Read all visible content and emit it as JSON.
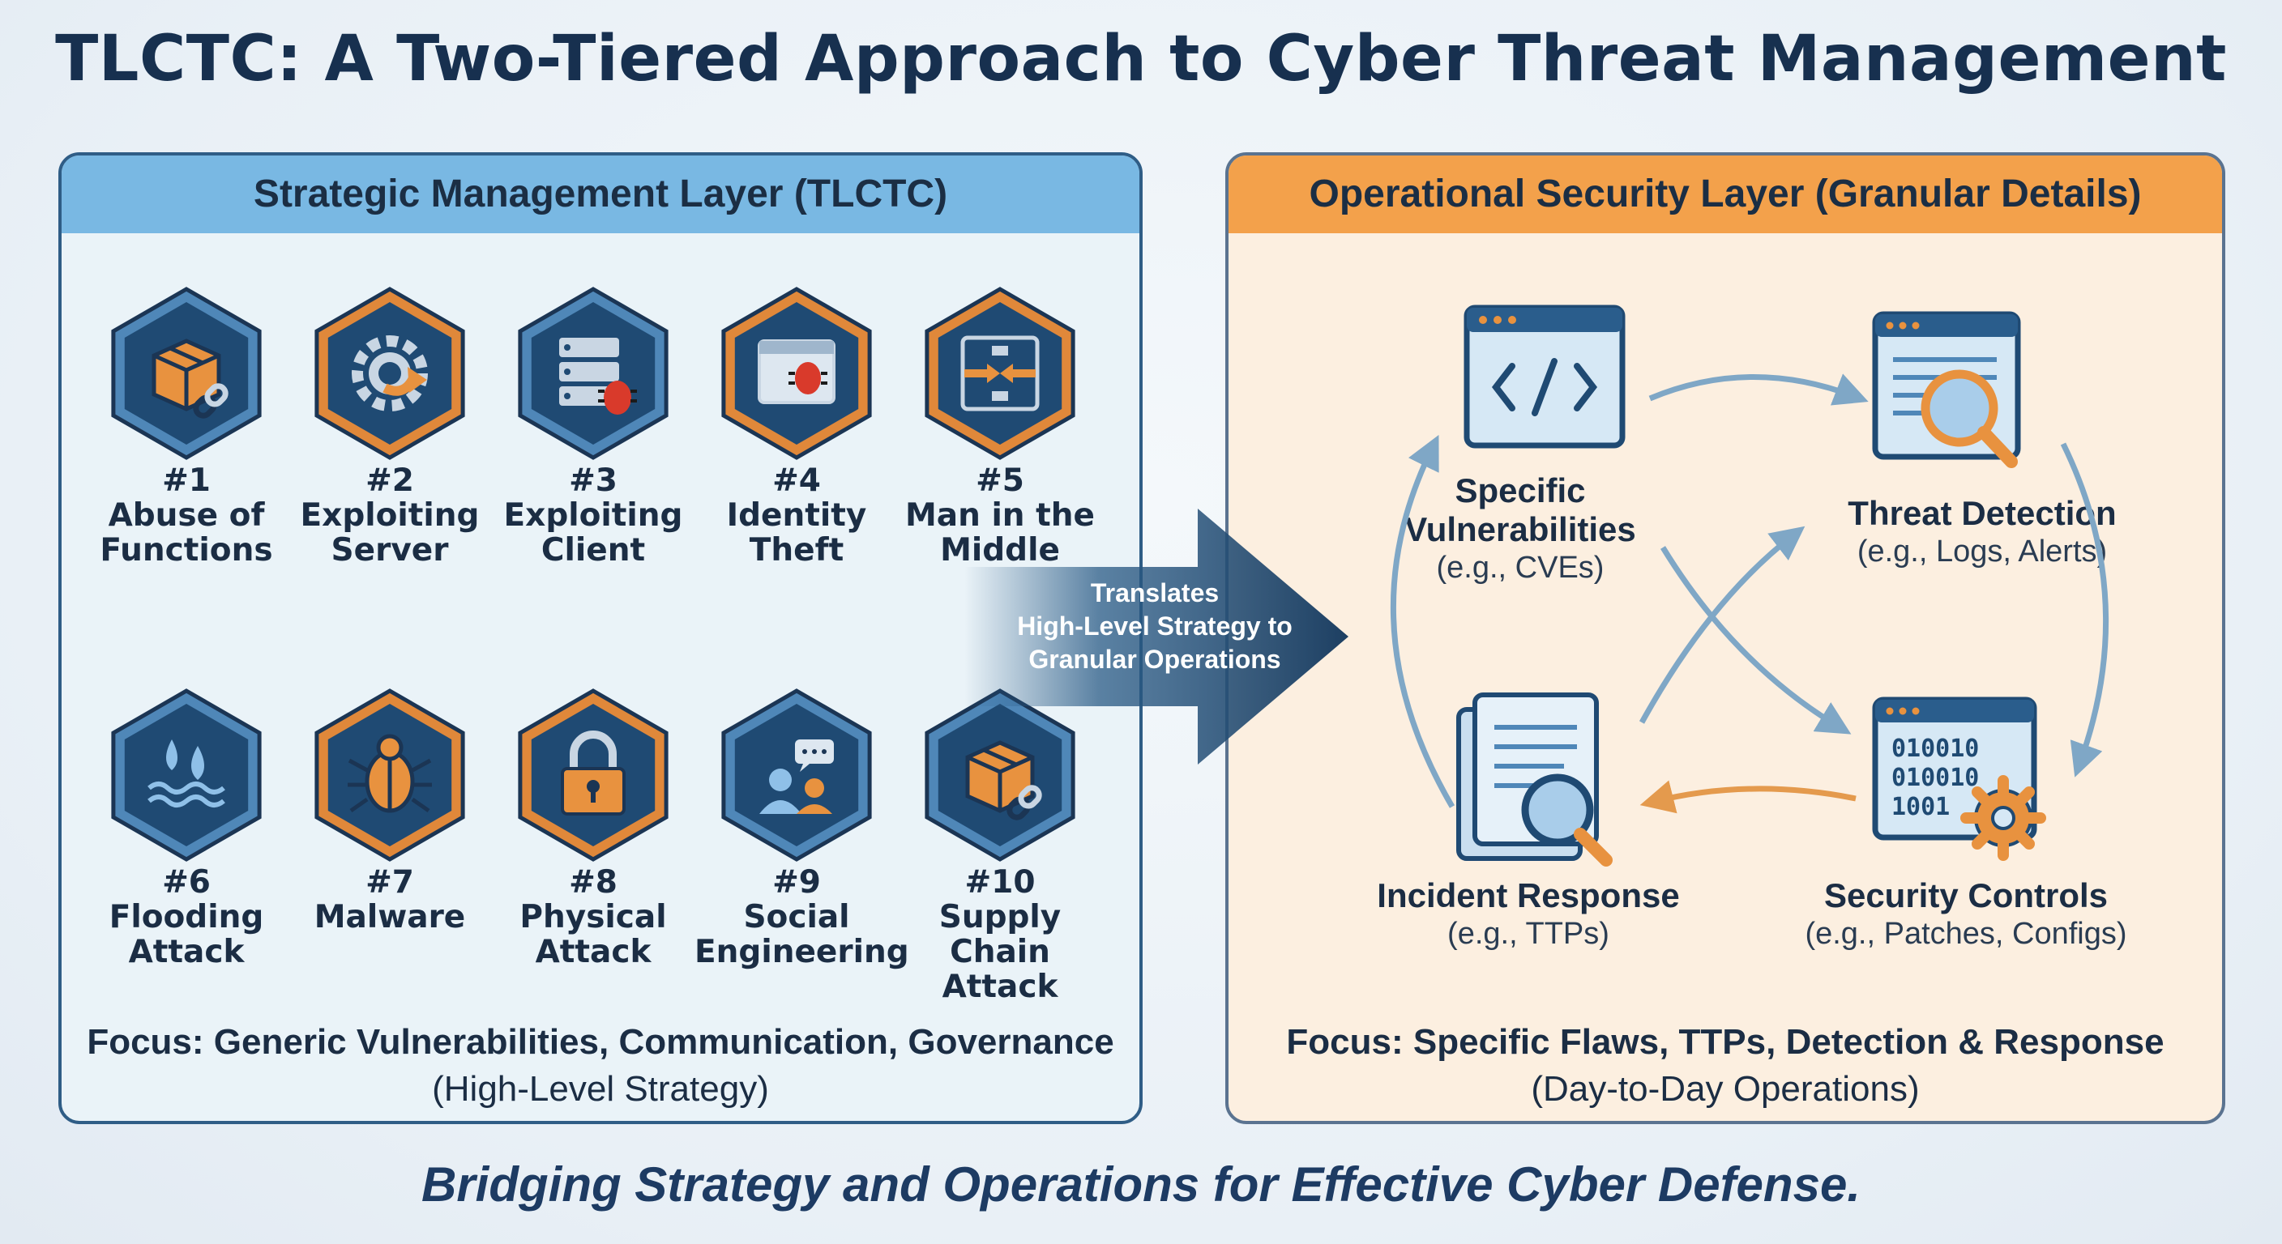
{
  "title": "TLCTC: A Two-Tiered Approach to Cyber Threat Management",
  "strategic": {
    "header": "Strategic Management Layer (TLCTC)",
    "threats": [
      {
        "num": "#1",
        "label": "Abuse of\nFunctions",
        "icon": "box-link-icon",
        "ring": "blue"
      },
      {
        "num": "#2",
        "label": "Exploiting\nServer",
        "icon": "gear-arrow-icon",
        "ring": "orange"
      },
      {
        "num": "#3",
        "label": "Exploiting\nClient",
        "icon": "server-bug-icon",
        "ring": "blue"
      },
      {
        "num": "#4",
        "label": "Identity\nTheft",
        "icon": "browser-bug-icon",
        "ring": "orange"
      },
      {
        "num": "#5",
        "label": "Man in the\nMiddle",
        "icon": "intercept-arrows-icon",
        "ring": "orange"
      },
      {
        "num": "#6",
        "label": "Flooding\nAttack",
        "icon": "water-drop-icon",
        "ring": "blue"
      },
      {
        "num": "#7",
        "label": "Malware",
        "icon": "bug-icon",
        "ring": "orange"
      },
      {
        "num": "#8",
        "label": "Physical\nAttack",
        "icon": "padlock-icon",
        "ring": "orange"
      },
      {
        "num": "#9",
        "label": "Social\nEngineering",
        "icon": "people-chat-icon",
        "ring": "blue"
      },
      {
        "num": "#10",
        "label": "Supply Chain\nAttack",
        "icon": "box-link-icon",
        "ring": "blue"
      }
    ],
    "focus_bold": "Focus: Generic Vulnerabilities, Communication, Governance",
    "focus_sub": "(High-Level Strategy)"
  },
  "bridge": {
    "text": "Translates\nHigh-Level Strategy to\nGranular Operations"
  },
  "operational": {
    "header": "Operational Security Layer (Granular Details)",
    "items": {
      "vulnerabilities": {
        "title": "Specific\nVulnerabilities",
        "sub": "(e.g., CVEs)",
        "icon": "code-window-icon"
      },
      "detection": {
        "title": "Threat Detection",
        "sub": "(e.g., Logs, Alerts)",
        "icon": "magnifier-document-icon"
      },
      "response": {
        "title": "Incident Response",
        "sub": "(e.g., TTPs)",
        "icon": "document-search-icon"
      },
      "controls": {
        "title": "Security Controls",
        "sub": "(e.g., Patches, Configs)",
        "icon": "binary-gear-icon"
      }
    },
    "binary_lines": [
      "010010",
      "010010",
      "1001"
    ],
    "focus_bold": "Focus: Specific Flaws, TTPs, Detection & Response",
    "focus_sub": "(Day-to-Day Operations)"
  },
  "tagline": "Bridging Strategy and Operations for Effective Cyber Defense.",
  "colors": {
    "navy": "#1f4a73",
    "hex_blue_ring": "#4f87b8",
    "hex_orange_ring": "#e0883a",
    "icon_orange": "#e8923f",
    "panel_blue_header": "#79b8e3",
    "panel_orange_header": "#f3a14b",
    "flow_blue": "#7fa7c6",
    "flow_orange": "#e49a4d"
  }
}
